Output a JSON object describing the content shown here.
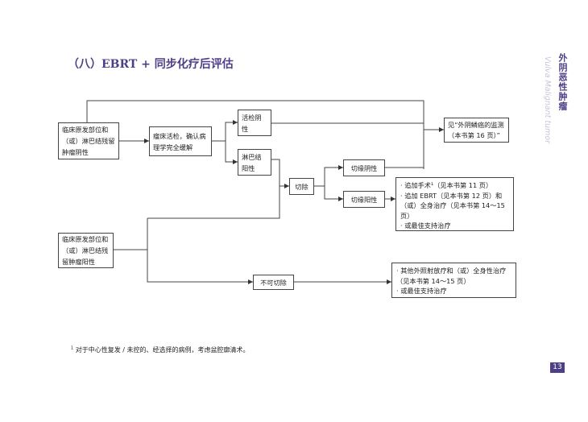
{
  "title": "（八）EBRT + 同步化疗后评估",
  "flow": {
    "start_negative": "临床原发部位和（或）淋巴结残留肿瘤阴性",
    "biopsy_confirm": "瘤床活检，确认病理学完全缓解",
    "biopsy_negative": "活检阴性",
    "node_positive": "淋巴结阳性",
    "resection": "切除",
    "margin_negative": "切缘阴性",
    "margin_positive": "切缘阳性",
    "surveillance": "见“外阴鳞癌的监测（本书第 16 页）”",
    "margin_positive_options": [
      "· 追加手术¹（见本书第 11 页）",
      "· 追加 EBRT（见本书第 12 页）和（或）全身治疗（见本书第 14～15 页）",
      "· 或最佳支持治疗"
    ],
    "start_positive": "临床原发部位和（或）淋巴结残留肿瘤阳性",
    "unresectable": "不可切除",
    "unresectable_options": [
      "· 其他外照射放疗和（或）全身性治疗（见本书第 14～15 页）",
      "· 或最佳支持治疗"
    ]
  },
  "footnote": {
    "mark": "1",
    "text": "对于中心性复发 / 未控的、经选择的病例，考虑盆腔廓清术。"
  },
  "sidebar": {
    "title_cn": "外阴恶性肿瘤",
    "title_en": "Vulva Malignant tumor"
  },
  "page_number": "13",
  "colors": {
    "accent": "#4e3f86"
  }
}
